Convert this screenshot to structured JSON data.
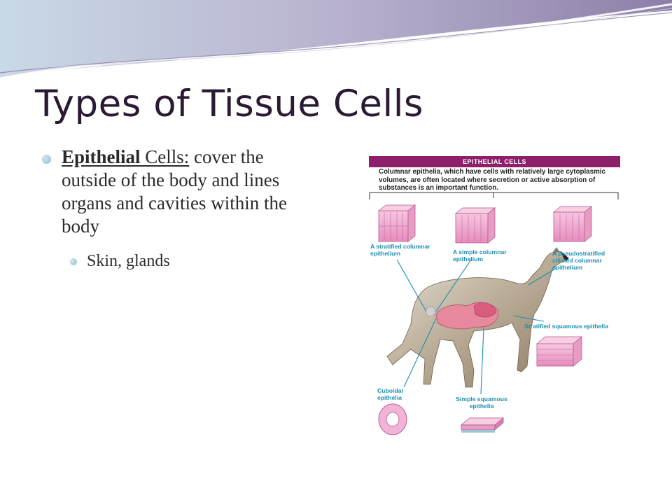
{
  "slide": {
    "title": "Types of Tissue Cells",
    "bullet": {
      "term": "Epithelial",
      "term_suffix": " Cells:",
      "description": " cover the outside of the body and lines organs and cavities within the body"
    },
    "sub_bullet": "Skin, glands"
  },
  "figure": {
    "header": "EPITHELIAL CELLS",
    "description": "Columnar epithelia, which have cells with relatively large cytoplasmic volumes, are often located where secretion or active absorption of substances is an important function.",
    "labels": {
      "stratified_columnar": "A stratified columnar epithelium",
      "simple_columnar": "A simple columnar epithelium",
      "pseudostratified": "A pseudostratified ciliated columnar epithelium",
      "stratified_squamous": "Stratified squamous epithelia",
      "cuboidal": "Cuboidal epithelia",
      "simple_squamous": "Simple squamous epithelia"
    }
  },
  "colors": {
    "title": "#2a1a33",
    "figure_header": "#8e1f6a",
    "label": "#1a8fb3",
    "bullet_dot": "#8fbccd",
    "header_swoosh": "#9a8cb0"
  }
}
